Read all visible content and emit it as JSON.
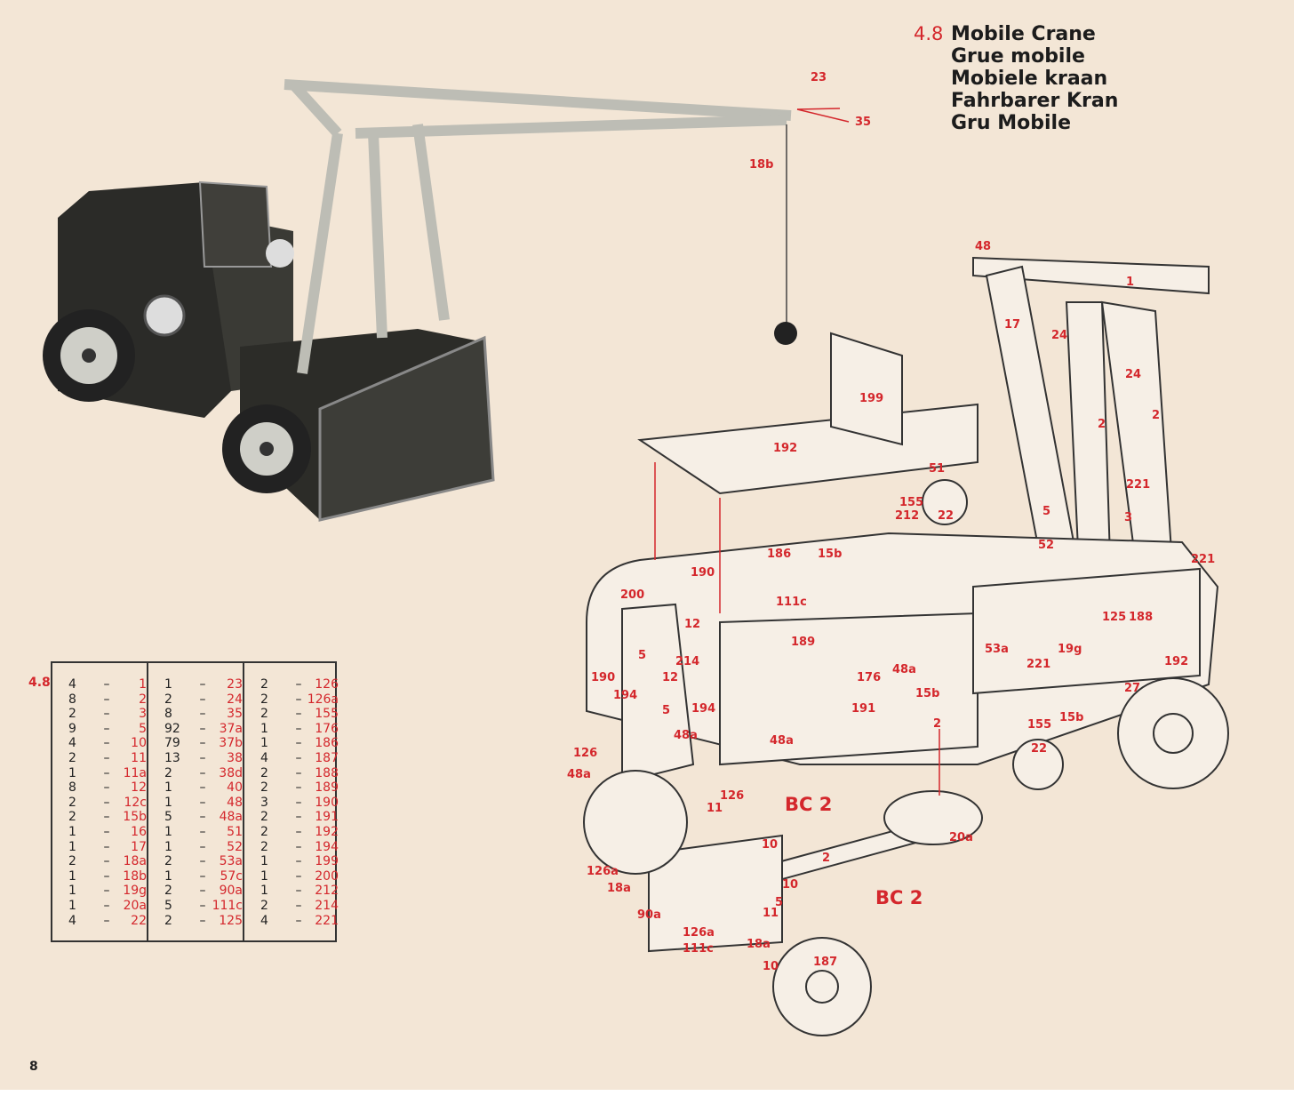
{
  "title": {
    "number": "4.8",
    "lines": [
      "Mobile Crane",
      "Grue mobile",
      "Mobiele kraan",
      "Fahrbarer Kran",
      "Gru Mobile"
    ]
  },
  "diagram_labels": [
    "23",
    "35",
    "18b",
    "48",
    "1",
    "17",
    "24",
    "24",
    "2",
    "2",
    "221",
    "3",
    "5",
    "199",
    "192",
    "51",
    "155",
    "212",
    "22",
    "52",
    "221",
    "190",
    "186",
    "15b",
    "200",
    "111c",
    "12",
    "189",
    "125",
    "188",
    "53a",
    "19g",
    "214",
    "5",
    "221",
    "192",
    "190",
    "12",
    "176",
    "48a",
    "194",
    "194",
    "5",
    "15b",
    "27",
    "191",
    "15b",
    "2",
    "155",
    "22",
    "48a",
    "48a",
    "126",
    "48a",
    "126",
    "11",
    "BC 2",
    "10",
    "20a",
    "2",
    "126a",
    "18a",
    "10",
    "5",
    "BC 2",
    "90a",
    "11",
    "126a",
    "18a",
    "111c",
    "10",
    "187"
  ],
  "parts_list": {
    "model_ref": "4.8",
    "columns": [
      [
        [
          "4",
          "1"
        ],
        [
          "8",
          "2"
        ],
        [
          "2",
          "3"
        ],
        [
          "9",
          "5"
        ],
        [
          "4",
          "10"
        ],
        [
          "2",
          "11"
        ],
        [
          "1",
          "11a"
        ],
        [
          "8",
          "12"
        ],
        [
          "2",
          "12c"
        ],
        [
          "2",
          "15b"
        ],
        [
          "1",
          "16"
        ],
        [
          "1",
          "17"
        ],
        [
          "2",
          "18a"
        ],
        [
          "1",
          "18b"
        ],
        [
          "1",
          "19g"
        ],
        [
          "1",
          "20a"
        ],
        [
          "4",
          "22"
        ]
      ],
      [
        [
          "1",
          "23"
        ],
        [
          "2",
          "24"
        ],
        [
          "8",
          "35"
        ],
        [
          "92",
          "37a"
        ],
        [
          "79",
          "37b"
        ],
        [
          "13",
          "38"
        ],
        [
          "2",
          "38d"
        ],
        [
          "1",
          "40"
        ],
        [
          "1",
          "48"
        ],
        [
          "5",
          "48a"
        ],
        [
          "1",
          "51"
        ],
        [
          "1",
          "52"
        ],
        [
          "2",
          "53a"
        ],
        [
          "1",
          "57c"
        ],
        [
          "2",
          "90a"
        ],
        [
          "5",
          "111c"
        ],
        [
          "2",
          "125"
        ]
      ],
      [
        [
          "2",
          "126"
        ],
        [
          "2",
          "126a"
        ],
        [
          "2",
          "155"
        ],
        [
          "1",
          "176"
        ],
        [
          "1",
          "186"
        ],
        [
          "4",
          "187"
        ],
        [
          "2",
          "188"
        ],
        [
          "2",
          "189"
        ],
        [
          "3",
          "190"
        ],
        [
          "2",
          "191"
        ],
        [
          "2",
          "192"
        ],
        [
          "2",
          "194"
        ],
        [
          "1",
          "199"
        ],
        [
          "1",
          "200"
        ],
        [
          "1",
          "212"
        ],
        [
          "2",
          "214"
        ],
        [
          "4",
          "221"
        ]
      ]
    ],
    "dash": "–"
  },
  "page_number": "8",
  "colors": {
    "paper": "#f3e6d6",
    "label_red": "#d4272c",
    "ink": "#1c1c1c"
  }
}
